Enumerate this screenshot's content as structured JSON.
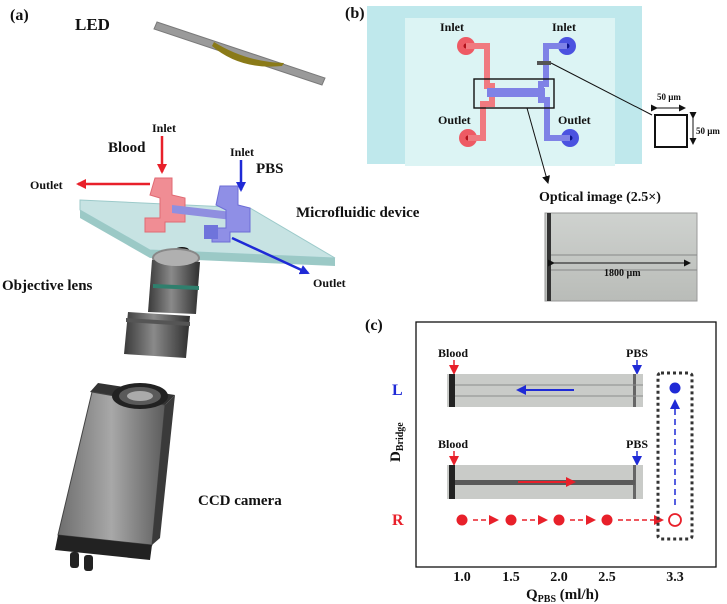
{
  "panel_a": {
    "tag": "(a)",
    "led": "LED",
    "blood": "Blood",
    "inlet_left": "Inlet",
    "inlet_right": "Inlet",
    "pbs": "PBS",
    "outlet_left": "Outlet",
    "outlet_right": "Outlet",
    "microfluidic": "Microfluidic device",
    "objective": "Objective lens",
    "ccd": "CCD camera"
  },
  "panel_b": {
    "tag": "(b)",
    "inlet_left": "Inlet",
    "inlet_right": "Inlet",
    "outlet_left": "Outlet",
    "outlet_right": "Outlet",
    "dim_w": "50 µm",
    "dim_h": "50 µm",
    "optical": "Optical image (2.5×)",
    "width_1800": "1800 µm",
    "colors": {
      "blood": "#f07a80",
      "pbs": "#7f82e6",
      "chip": "#d8f2f2"
    }
  },
  "panel_c": {
    "tag": "(c)",
    "ylabel_main": "D",
    "ylabel_sub": "Bridge",
    "level_L": "L",
    "level_R": "R",
    "blood_top": "Blood",
    "pbs_top": "PBS",
    "blood_bottom": "Blood",
    "pbs_bottom": "PBS",
    "xlabel_main": "Q",
    "xlabel_sub": "PBS",
    "xlabel_unit": " (ml/h)",
    "ticks": [
      "1.0",
      "1.5",
      "2.0",
      "2.5",
      "3.3"
    ],
    "colors": {
      "red": "#e8202a",
      "blue": "#1f2ad6"
    }
  }
}
